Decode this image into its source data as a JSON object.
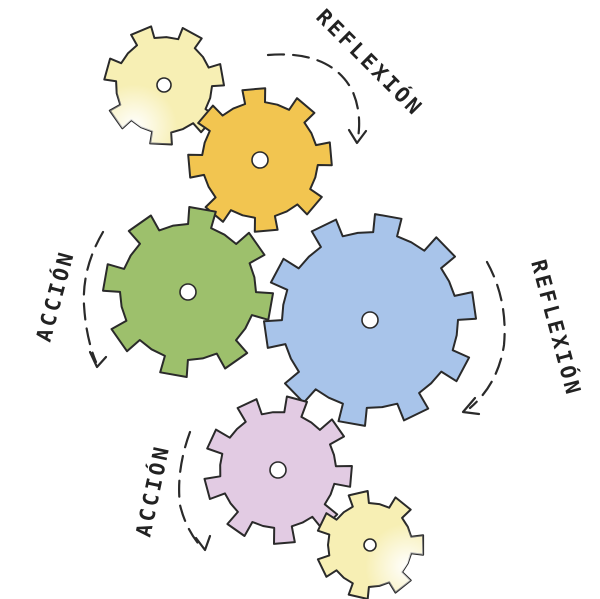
{
  "diagram": {
    "labels": {
      "reflexion_top": "REFLEXIÓN",
      "reflexion_right": "REFLEXIÓN",
      "accion_left": "ACCIÓN",
      "accion_bottom": "ACCIÓN"
    },
    "gears": [
      {
        "name": "gear-light-yellow-top",
        "color": "#f7efb4"
      },
      {
        "name": "gear-orange",
        "color": "#f2c550"
      },
      {
        "name": "gear-green",
        "color": "#9dc06c"
      },
      {
        "name": "gear-blue",
        "color": "#a8c4ea"
      },
      {
        "name": "gear-pink",
        "color": "#e2cbe3"
      },
      {
        "name": "gear-light-yellow-bottom",
        "color": "#f7efb4"
      }
    ]
  }
}
